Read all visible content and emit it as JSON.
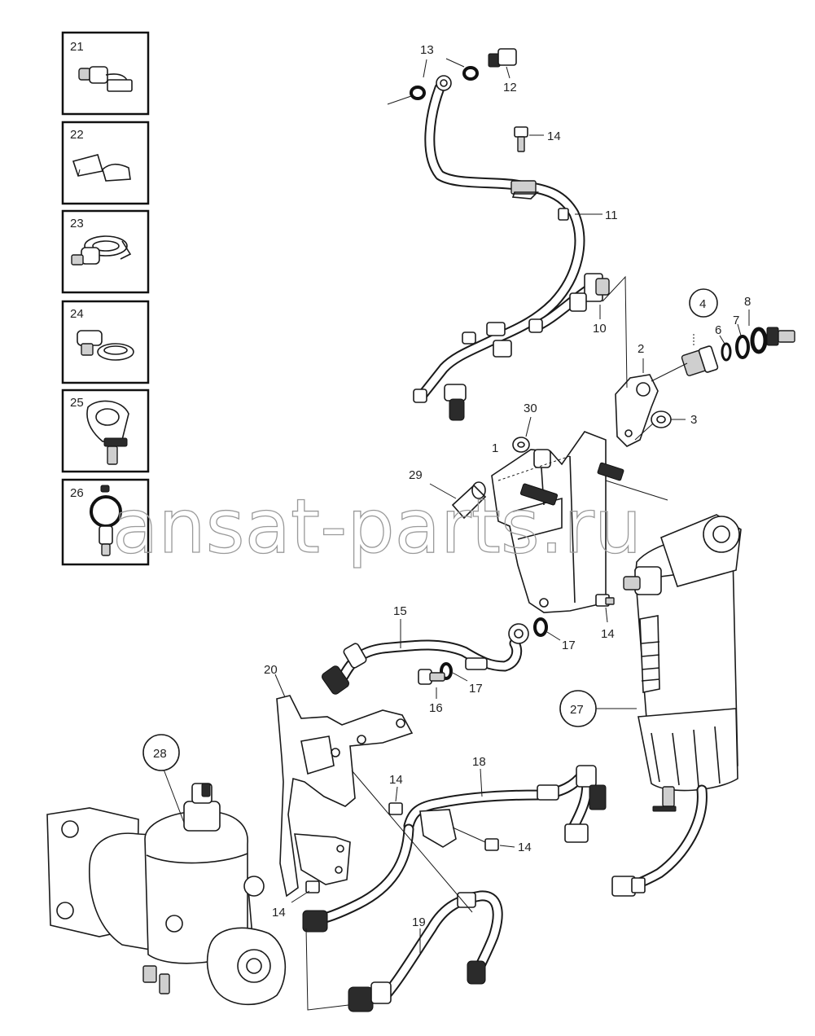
{
  "watermark": "ansat-parts.ru",
  "callouts": [
    "1",
    "2",
    "3",
    "4",
    "6",
    "7",
    "8",
    "10",
    "11",
    "12",
    "13",
    "14",
    "15",
    "16",
    "17",
    "18",
    "19",
    "20",
    "27",
    "28",
    "29",
    "30"
  ],
  "circled_callouts": [
    "4",
    "27",
    "28"
  ],
  "inset_boxes": [
    "21",
    "22",
    "23",
    "24",
    "25",
    "26"
  ]
}
